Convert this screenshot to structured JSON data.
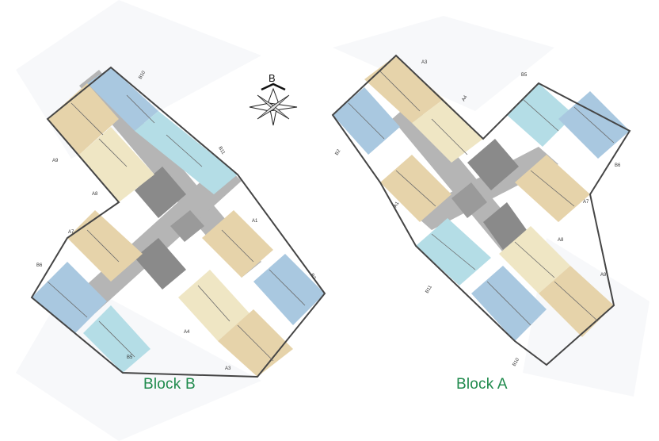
{
  "compass": {
    "label": "B"
  },
  "colors": {
    "tan": "#e6d3aa",
    "blue": "#a9c8e0",
    "cyan": "#b4dde6",
    "cream": "#efe6c4",
    "corridor": "#b5b5b5",
    "core": "#8c8c8c",
    "wall": "#454545",
    "title": "#1f8a4c"
  },
  "blocks": [
    {
      "name": "Block B",
      "units": [
        "B10",
        "A9",
        "A8",
        "B11",
        "A7",
        "B6",
        "B5",
        "A1",
        "B2",
        "A4",
        "A3"
      ]
    },
    {
      "name": "Block A",
      "units": [
        "A3",
        "A4",
        "B2",
        "A1",
        "B5",
        "B6",
        "A7",
        "A8",
        "A9",
        "B11",
        "B10"
      ]
    }
  ]
}
